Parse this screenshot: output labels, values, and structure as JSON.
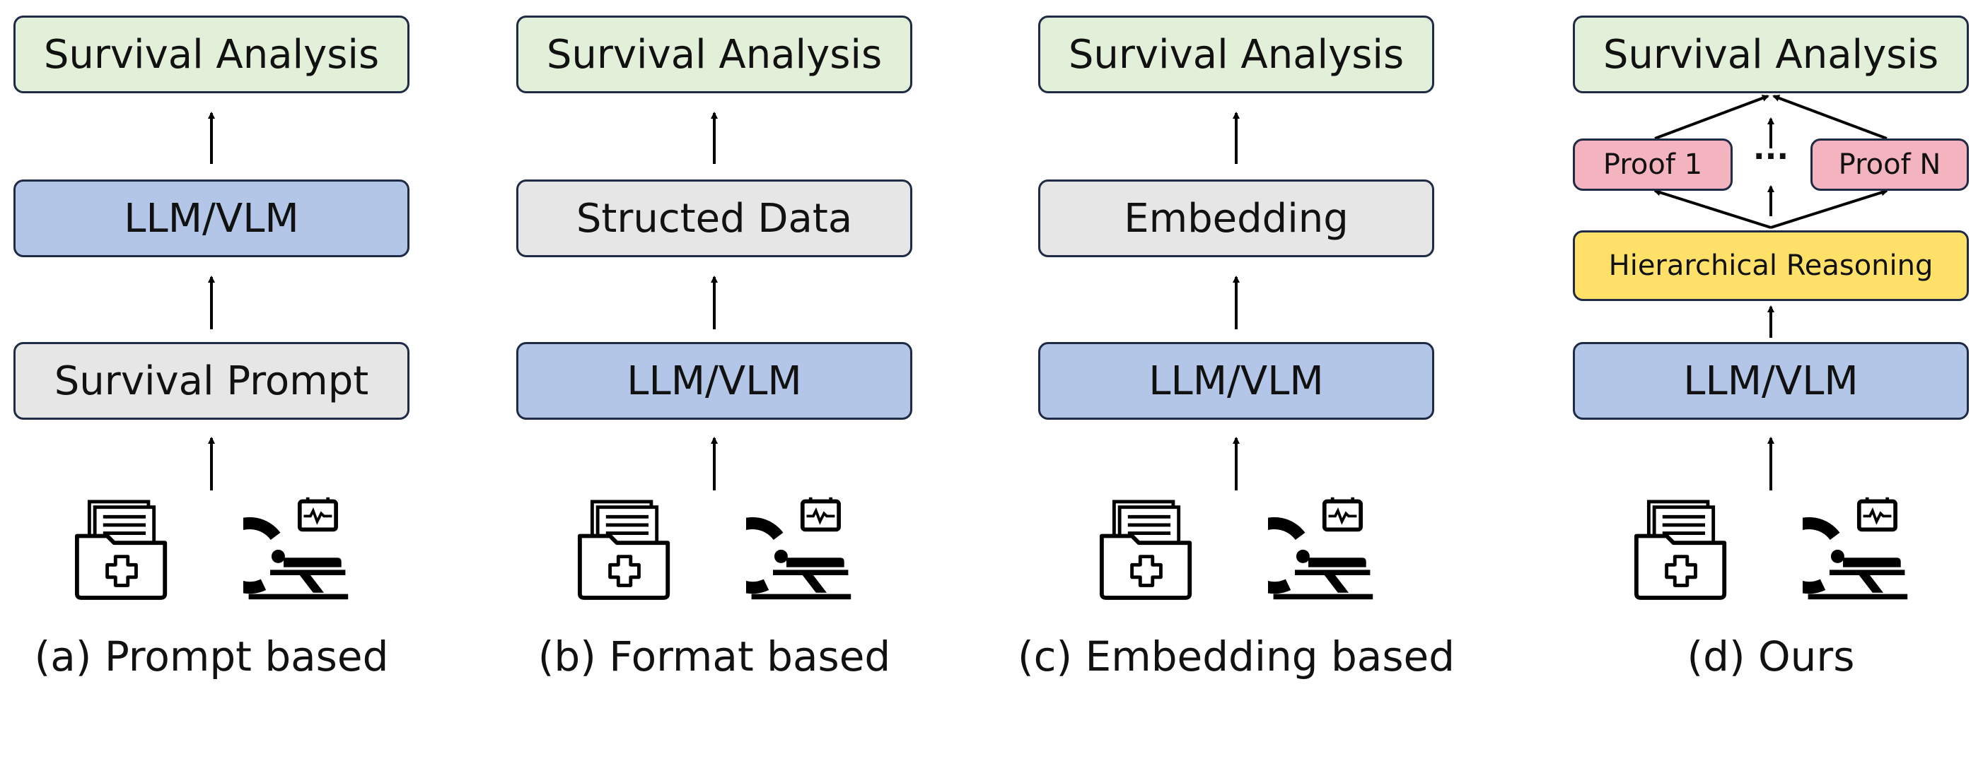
{
  "panels": [
    {
      "top": "Survival Analysis",
      "middle": "LLM/VLM",
      "bottom": "Survival Prompt",
      "caption": "(a) Prompt based"
    },
    {
      "top": "Survival Analysis",
      "middle": "Structed Data",
      "bottom": "LLM/VLM",
      "caption": "(b) Format based"
    },
    {
      "top": "Survival Analysis",
      "middle": "Embedding",
      "bottom": "LLM/VLM",
      "caption": "(c) Embedding based"
    }
  ],
  "ours": {
    "top": "Survival Analysis",
    "proof_left": "Proof 1",
    "proof_right": "Proof N",
    "ellipsis": "···",
    "reasoning": "Hierarchical Reasoning",
    "bottom": "LLM/VLM",
    "caption": "(d) Ours"
  },
  "icons": [
    "medical-record-folder-icon",
    "ct-scanner-icon"
  ],
  "colors": {
    "green": "#e2efd9",
    "blue": "#b4c6e7",
    "grey": "#e7e6e6",
    "pink": "#f4b4bf",
    "yellow": "#ffe169",
    "border": "#1f2a44"
  }
}
